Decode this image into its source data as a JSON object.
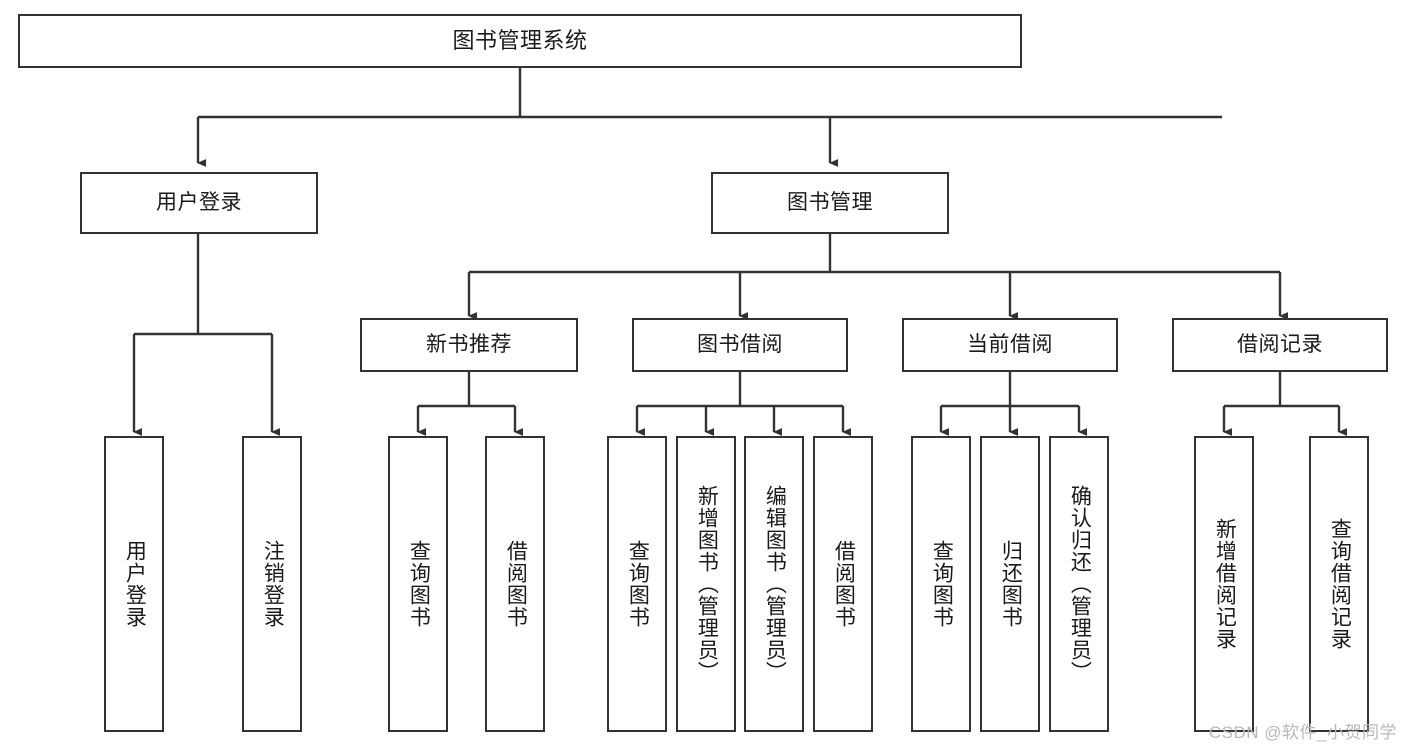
{
  "diagram": {
    "type": "tree-hierarchy-diagram",
    "title": "图书管理系统",
    "colors": {
      "stroke": "#333333",
      "fill": "#ffffff",
      "text": "#1a1a1a",
      "watermark": "#b9b9b9"
    },
    "watermark": "CSDN @软件_小贺同学",
    "levels": {
      "root": {
        "label": "图书管理系统"
      },
      "level2": [
        {
          "id": "user-login",
          "label": "用户登录"
        },
        {
          "id": "book-management",
          "label": "图书管理"
        }
      ],
      "level3": [
        {
          "id": "new-book-recommend",
          "label": "新书推荐",
          "parent": "book-management"
        },
        {
          "id": "book-borrow",
          "label": "图书借阅",
          "parent": "book-management"
        },
        {
          "id": "current-borrow",
          "label": "当前借阅",
          "parent": "book-management"
        },
        {
          "id": "borrow-record",
          "label": "借阅记录",
          "parent": "book-management"
        }
      ],
      "leaves": [
        {
          "id": "leaf-user-login",
          "label": "用户登录",
          "parent": "user-login"
        },
        {
          "id": "leaf-logout",
          "label": "注销登录",
          "parent": "user-login"
        },
        {
          "id": "leaf-query-book-1",
          "label": "查询图书",
          "parent": "new-book-recommend"
        },
        {
          "id": "leaf-borrow-book-1",
          "label": "借阅图书",
          "parent": "new-book-recommend"
        },
        {
          "id": "leaf-query-book-2",
          "label": "查询图书",
          "parent": "book-borrow"
        },
        {
          "id": "leaf-add-book",
          "label": "新增图书（管理员）",
          "parent": "book-borrow"
        },
        {
          "id": "leaf-edit-book",
          "label": "编辑图书（管理员）",
          "parent": "book-borrow"
        },
        {
          "id": "leaf-borrow-book-2",
          "label": "借阅图书",
          "parent": "book-borrow"
        },
        {
          "id": "leaf-query-book-3",
          "label": "查询图书",
          "parent": "current-borrow"
        },
        {
          "id": "leaf-return-book",
          "label": "归还图书",
          "parent": "current-borrow"
        },
        {
          "id": "leaf-confirm-return",
          "label": "确认归还（管理员）",
          "parent": "current-borrow"
        },
        {
          "id": "leaf-add-record",
          "label": "新增借阅记录",
          "parent": "borrow-record"
        },
        {
          "id": "leaf-query-record",
          "label": "查询借阅记录",
          "parent": "borrow-record"
        }
      ]
    }
  }
}
